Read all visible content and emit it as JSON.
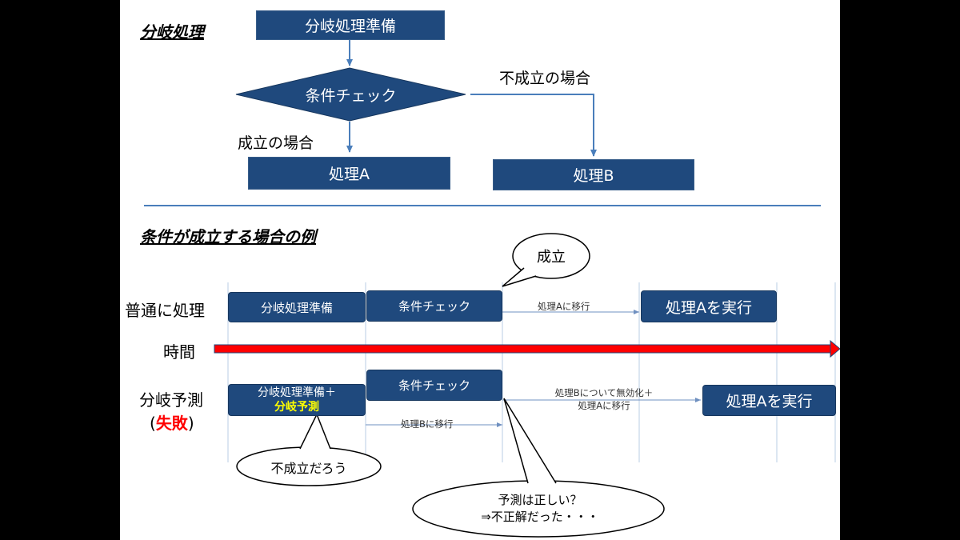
{
  "top": {
    "heading": "分岐処理",
    "prepare": "分岐処理準備",
    "check": "条件チェック",
    "no_case": "不成立の場合",
    "yes_case": "成立の場合",
    "proc_a": "処理A",
    "proc_b": "処理B"
  },
  "bottom": {
    "heading": "条件が成立する場合の例",
    "bubble_ok": "成立",
    "row_normal": "普通に処理",
    "row_time": "時間",
    "row_predict": "分岐予測",
    "row_predict_fail_prefix": "(",
    "row_predict_fail": "失敗",
    "row_predict_fail_suffix": ")",
    "normal_prepare": "分岐処理準備",
    "normal_check": "条件チェック",
    "normal_move": "処理Aに移行",
    "normal_exec": "処理Aを実行",
    "pred_prepare_line1": "分岐処理準備＋",
    "pred_prepare_line2": "分岐予測",
    "pred_check": "条件チェック",
    "pred_move_b": "処理Bに移行",
    "pred_invalidate_line1": "処理Bについて無効化＋",
    "pred_invalidate_line2": "処理Aに移行",
    "pred_exec": "処理Aを実行",
    "bubble_guess": "不成立だろう",
    "bubble_q_line1": "予測は正しい？",
    "bubble_q_line2": "⇒不正解だった・・・"
  },
  "colors": {
    "box_fill": "#1f497d",
    "arrow": "#4a7ebb",
    "timeline": "#ff0000",
    "highlight": "#ffff00",
    "fail": "#ff0000"
  }
}
